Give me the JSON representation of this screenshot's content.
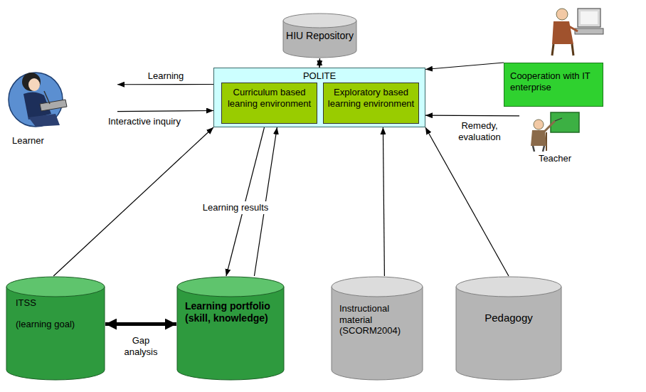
{
  "diagram": {
    "nodes": [
      {
        "text": [
          "HIU Repository"
        ]
      },
      {
        "text": [
          "Cooperation with IT enterprise"
        ]
      },
      {
        "text": [
          "POLITE"
        ]
      },
      {
        "text": [
          "Curriculum based leaning environment"
        ],
        "in": 2
      },
      {
        "text": [
          "Exploratory based learning environment"
        ],
        "in": 2
      },
      {
        "text": [
          "Learner"
        ]
      },
      {
        "text": [
          "Teacher"
        ]
      },
      {
        "text": [
          "ITSS",
          "(learning goal)"
        ]
      },
      {
        "text": [
          "Learning portfolio (skill, knowledge)"
        ]
      },
      {
        "text": [
          "Instructional material (SCORM2004)"
        ]
      },
      {
        "text": [
          "Pedagogy"
        ]
      }
    ],
    "edges": [
      {
        "from": 0,
        "to": 2,
        "arrow": "both"
      },
      {
        "from": 1,
        "to": 2,
        "arrow": "to"
      },
      {
        "from": 2,
        "to": 5,
        "label": "Learning",
        "arrow": "to"
      },
      {
        "from": 5,
        "to": 2,
        "label": "Interactive inquiry",
        "arrow": "to"
      },
      {
        "from": 6,
        "to": 2,
        "label": "Remedy, evaluation",
        "arrow": "to"
      },
      {
        "from": 7,
        "to": 2,
        "arrow": "to"
      },
      {
        "from": 2,
        "to": 8,
        "label": "Learning results",
        "arrow": "to"
      },
      {
        "from": 8,
        "to": 2,
        "arrow": "to"
      },
      {
        "from": 9,
        "to": 2,
        "arrow": "to"
      },
      {
        "from": 10,
        "to": 2,
        "arrow": "to"
      },
      {
        "from": 7,
        "to": 8,
        "label": "Gap analysis",
        "arrow": "both"
      }
    ]
  }
}
